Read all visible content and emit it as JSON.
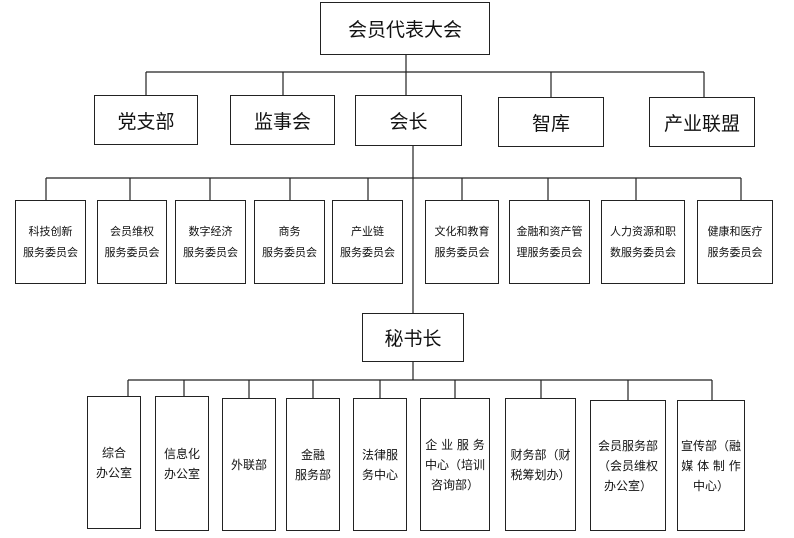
{
  "top": "会员代表大会",
  "level1": [
    "党支部",
    "监事会",
    "会长",
    "智库",
    "产业联盟"
  ],
  "committees": [
    "科技创新\n服务委员会",
    "会员维权\n服务委员会",
    "数字经济\n服务委员会",
    "商务\n服务委员会",
    "产业链\n服务委员会",
    "文化和教育\n服务委员会",
    "金融和资产管\n理服务委员会",
    "人力资源和职\n数服务委员会",
    "健康和医疗\n服务委员会"
  ],
  "secretary": "秘书长",
  "departments": [
    "综合\n办公室",
    "信息化\n办公室",
    "外联部",
    "金融\n服务部",
    "法律服\n务中心",
    "企 业 服 务\n中心（培训\n咨询部）",
    "财务部（财\n税筹划办）",
    "会员服务部\n（会员维权\n办公室）",
    "宣传部（融\n媒 体 制 作\n中心）"
  ]
}
